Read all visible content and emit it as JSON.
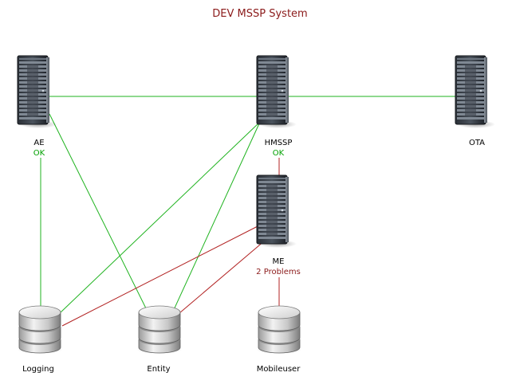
{
  "title": "DEV MSSP System",
  "colors": {
    "ok_link": "#1fb31f",
    "problem_link": "#b22222",
    "ok_text": "#00a000",
    "problem_text": "#8b1a1a",
    "title_text": "#8b1a1a"
  },
  "nodes": {
    "ae": {
      "label": "AE",
      "status": "OK",
      "icon": "server-icon"
    },
    "hmssp": {
      "label": "HMSSP",
      "status": "OK",
      "icon": "server-icon"
    },
    "ota": {
      "label": "OTA",
      "status": "",
      "icon": "server-icon"
    },
    "me": {
      "label": "ME",
      "status": "2 Problems",
      "icon": "server-icon"
    },
    "logging": {
      "label": "Logging",
      "status": "",
      "icon": "database-icon"
    },
    "entity": {
      "label": "Entity",
      "status": "",
      "icon": "database-icon"
    },
    "mobileuser": {
      "label": "Mobileuser",
      "status": "",
      "icon": "database-icon"
    }
  },
  "links": [
    {
      "from": "ae",
      "to": "hmssp",
      "state": "ok"
    },
    {
      "from": "hmssp",
      "to": "ota",
      "state": "ok"
    },
    {
      "from": "ae",
      "to": "logging",
      "state": "ok"
    },
    {
      "from": "ae",
      "to": "entity",
      "state": "ok"
    },
    {
      "from": "hmssp",
      "to": "logging",
      "state": "ok"
    },
    {
      "from": "hmssp",
      "to": "entity",
      "state": "ok"
    },
    {
      "from": "hmssp",
      "to": "me",
      "state": "problem"
    },
    {
      "from": "me",
      "to": "logging",
      "state": "problem"
    },
    {
      "from": "me",
      "to": "entity",
      "state": "problem"
    },
    {
      "from": "me",
      "to": "mobileuser",
      "state": "problem"
    }
  ]
}
